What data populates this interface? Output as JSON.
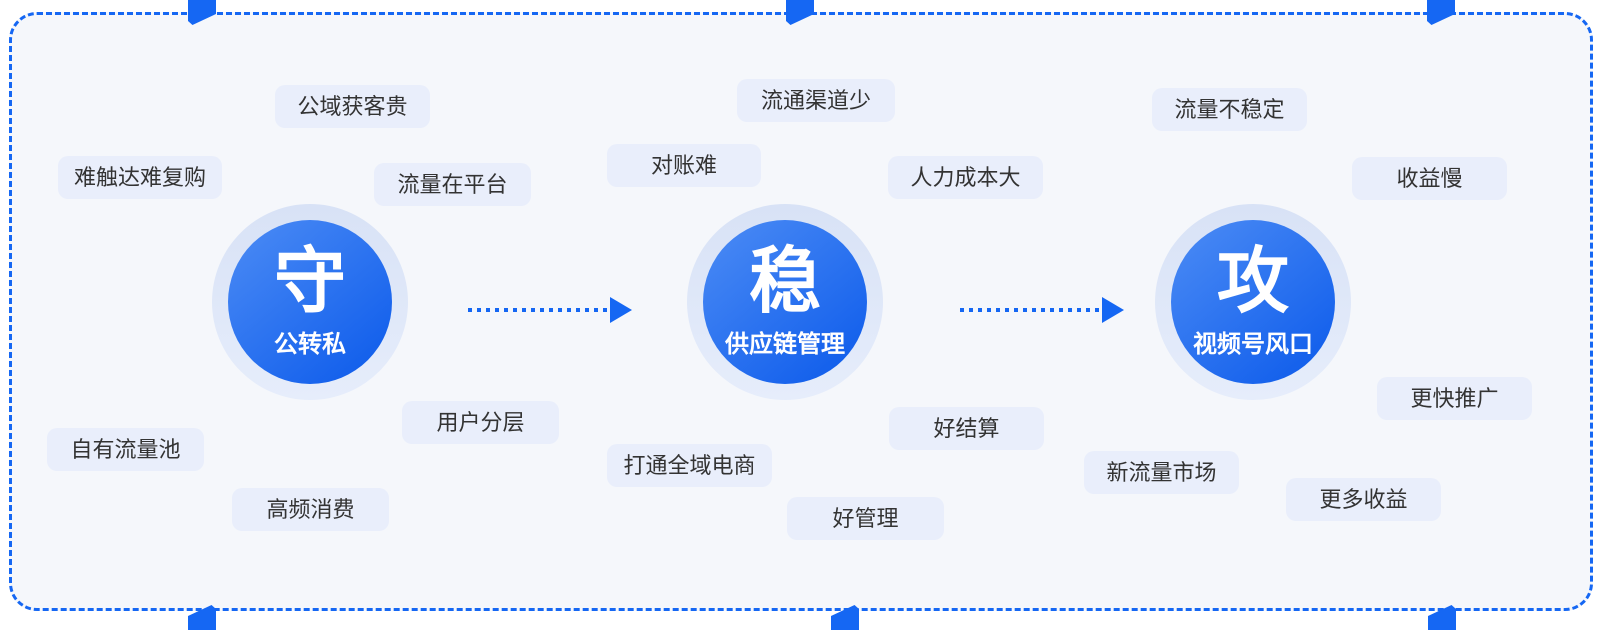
{
  "diagram": {
    "stages": [
      {
        "keyword": "守",
        "label": "公转私",
        "tags": [
          "公域获客贵",
          "难触达难复购",
          "流量在平台",
          "用户分层",
          "自有流量池",
          "高频消费"
        ]
      },
      {
        "keyword": "稳",
        "label": "供应链管理",
        "tags": [
          "流通渠道少",
          "对账难",
          "人力成本大",
          "打通全域电商",
          "好结算",
          "好管理"
        ]
      },
      {
        "keyword": "攻",
        "label": "视频号风口",
        "tags": [
          "流量不稳定",
          "收益慢",
          "更快推广",
          "新流量市场",
          "更多收益"
        ]
      }
    ],
    "colors": {
      "accent": "#1567f3",
      "panel_bg": "#f5f7fb",
      "halo_start": "#d8e2f6",
      "halo_end": "#e6edfb",
      "grad_start": "#4687f4",
      "grad_end": "#0e5ceb",
      "tag_bg": "#e9eefb",
      "tag_text": "#333333"
    }
  }
}
